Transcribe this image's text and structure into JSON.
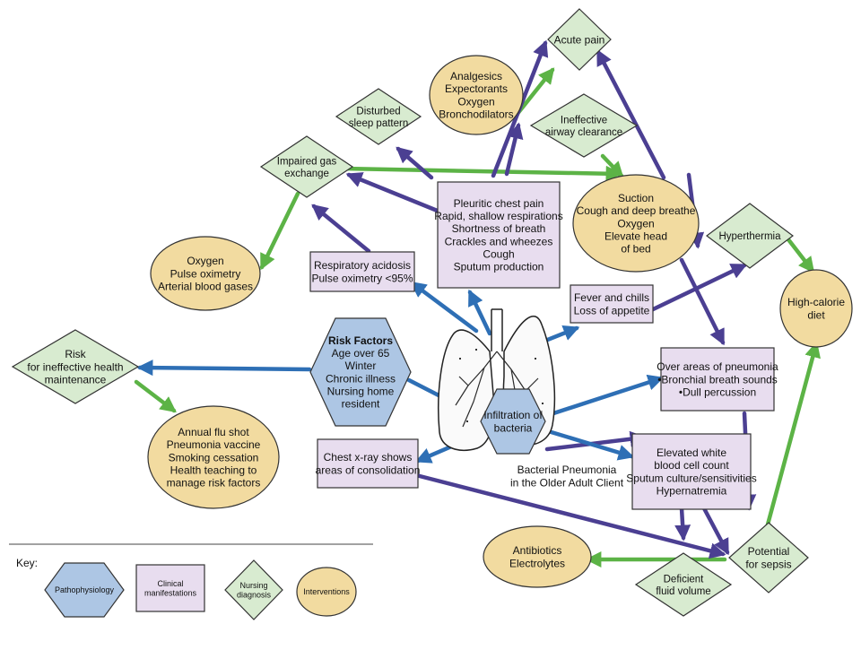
{
  "colors": {
    "green_arrow": "#5cb346",
    "blue_arrow": "#2e6fb5",
    "purple_arrow": "#4b3f92",
    "hexagon_fill": "#adc6e4",
    "box_fill": "#e8ddef",
    "diamond_fill": "#d8ebd0",
    "oval_fill": "#f2dba0",
    "outline": "#333333"
  },
  "nodes": {
    "acute_pain": {
      "lines": [
        "Acute pain"
      ]
    },
    "analgesics": {
      "lines": [
        "Analgesics",
        "Expectorants",
        "Oxygen",
        "Bronchodilators"
      ]
    },
    "disturbed_sleep": {
      "lines": [
        "Disturbed",
        "sleep pattern"
      ]
    },
    "ineffective_airway": {
      "lines": [
        "Ineffective",
        "airway clearance"
      ]
    },
    "impaired_gas": {
      "lines": [
        "Impaired gas",
        "exchange"
      ]
    },
    "pleuritic": {
      "lines": [
        "Pleuritic chest pain",
        "Rapid, shallow respirations",
        "Shortness of breath",
        "Crackles and wheezes",
        "Cough",
        "Sputum production"
      ]
    },
    "suction": {
      "lines": [
        "Suction",
        "Cough and deep breathe",
        "Oxygen",
        "Elevate head",
        "of bed"
      ]
    },
    "hyperthermia": {
      "lines": [
        "Hyperthermia"
      ]
    },
    "oxygen_oval": {
      "lines": [
        "Oxygen",
        "Pulse oximetry",
        "Arterial blood gases"
      ]
    },
    "resp_acidosis": {
      "lines": [
        "Respiratory acidosis",
        "Pulse oximetry <95%"
      ]
    },
    "fever": {
      "lines": [
        "Fever and chills",
        "Loss of appetite"
      ]
    },
    "high_calorie": {
      "lines": [
        "High-calorie",
        "diet"
      ]
    },
    "risk_health": {
      "lines": [
        "Risk",
        "for ineffective health",
        "maintenance"
      ]
    },
    "risk_factors": {
      "lines": [
        "Risk Factors",
        "Age over 65",
        "Winter",
        "Chronic illness",
        "Nursing home",
        "resident"
      ]
    },
    "over_areas": {
      "lines": [
        "Over areas of pneumonia",
        "•Bronchial breath sounds",
        "•Dull percussion"
      ]
    },
    "annual_flu": {
      "lines": [
        "Annual flu shot",
        "Pneumonia vaccine",
        "Smoking cessation",
        "Health teaching to",
        "manage risk factors"
      ]
    },
    "infiltration": {
      "lines": [
        "Infiltration of",
        "bacteria"
      ]
    },
    "chest_xray": {
      "lines": [
        "Chest x-ray shows",
        "areas of consolidation"
      ]
    },
    "caption": {
      "lines": [
        "Bacterial Pneumonia",
        "in the Older Adult Client"
      ]
    },
    "elevated_wbc": {
      "lines": [
        "Elevated white",
        "blood cell count",
        "Sputum culture/sensitivities",
        "Hypernatremia"
      ]
    },
    "antibiotics": {
      "lines": [
        "Antibiotics",
        "Electrolytes"
      ]
    },
    "potential_sepsis": {
      "lines": [
        "Potential",
        "for sepsis"
      ]
    },
    "deficient_fluid": {
      "lines": [
        "Deficient",
        "fluid volume"
      ]
    }
  },
  "key": {
    "title": "Key:",
    "items": [
      {
        "shape": "hexagon",
        "lines": [
          "Pathophysiology"
        ]
      },
      {
        "shape": "box",
        "lines": [
          "Clinical",
          "manifestations"
        ]
      },
      {
        "shape": "diamond",
        "lines": [
          "Nursing",
          "diagnosis"
        ]
      },
      {
        "shape": "oval",
        "lines": [
          "Interventions"
        ]
      }
    ]
  }
}
